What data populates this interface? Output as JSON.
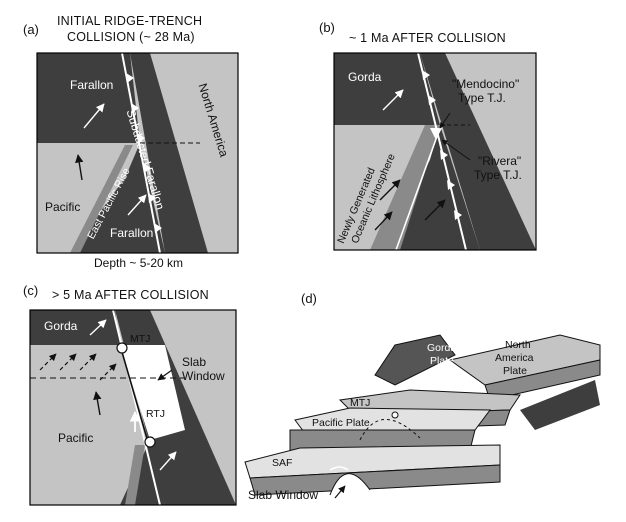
{
  "colors": {
    "dark_plate": "#3e3e3e",
    "light_plate": "#c4c4c4",
    "mid_plate": "#8a8a8a",
    "outline": "#000000"
  },
  "panel_a": {
    "letter": "(a)",
    "title_line1": "INITIAL RIDGE-TRENCH",
    "title_line2": "COLLISION (~ 28 Ma)",
    "farallon_top": "Farallon",
    "farallon_bottom": "Farallon",
    "subducted_farallon": "Subducted Farallon",
    "north_america": "North America",
    "pacific": "Pacific",
    "east_pacific_rise": "East Pacific Rise",
    "depth": "Depth ~ 5-20 km"
  },
  "panel_b": {
    "letter": "(b)",
    "title": "~ 1 Ma AFTER  COLLISION",
    "gorda": "Gorda",
    "mendocino_line1": "\"Mendocino\"",
    "mendocino_line2": "Type T.J.",
    "rivera_line1": "\"Rivera\"",
    "rivera_line2": "Type T.J.",
    "newly_line1": "Newly Generated",
    "newly_line2": "Oceanic Lithosphere"
  },
  "panel_c": {
    "letter": "(c)",
    "title": "> 5 Ma AFTER  COLLISION",
    "gorda": "Gorda",
    "mtj": "MTJ",
    "slab_window_line1": "Slab",
    "slab_window_line2": "Window",
    "rtj": "RTJ",
    "pacific": "Pacific"
  },
  "panel_d": {
    "letter": "(d)",
    "gorda_line1": "Gorda",
    "gorda_line2": "Plate",
    "north_america_line1": "North",
    "north_america_line2": "America",
    "north_america_line3": "Plate",
    "mtj": "MTJ",
    "pacific_plate": "Pacific Plate",
    "saf": "SAF",
    "slab_window": "Slab Window"
  }
}
